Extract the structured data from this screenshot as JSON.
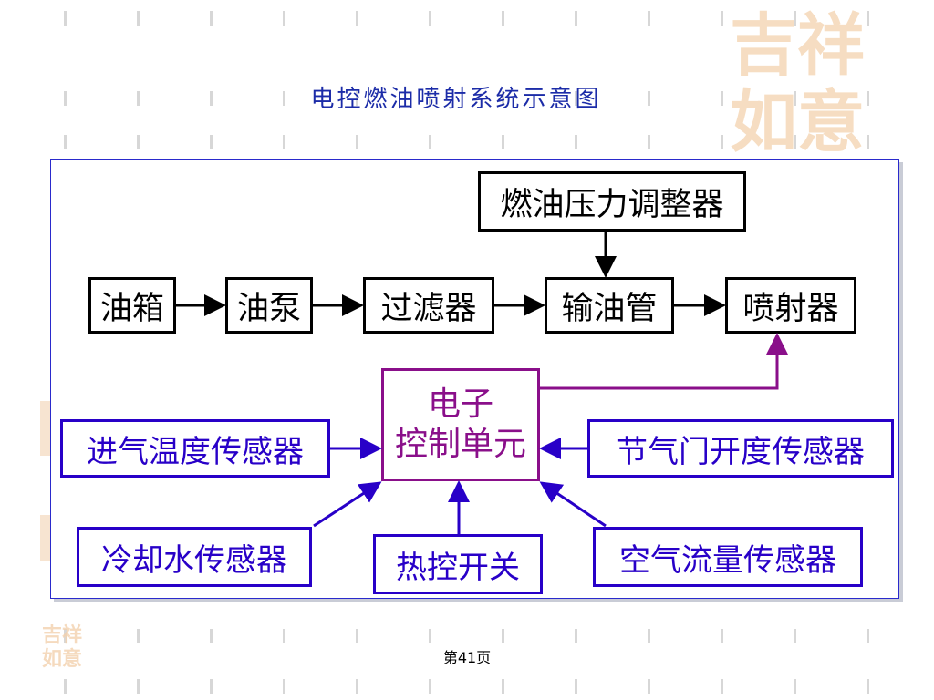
{
  "title": "电控燃油喷射系统示意图",
  "page_number": "第41页",
  "watermark_text": "吉祥如意",
  "nodes": {
    "fuel_pressure_regulator": "燃油压力调整器",
    "fuel_tank": "油箱",
    "fuel_pump": "油泵",
    "filter": "过滤器",
    "fuel_line": "输油管",
    "injector": "喷射器",
    "ecu_line1": "电子",
    "ecu_line2": "控制单元",
    "intake_temp_sensor": "进气温度传感器",
    "throttle_sensor": "节气门开度传感器",
    "coolant_sensor": "冷却水传感器",
    "thermo_switch": "热控开关",
    "airflow_sensor": "空气流量传感器"
  },
  "colors": {
    "title": "#1c2ca8",
    "fuel_path": "#000000",
    "ecu": "#8a0f8a",
    "sensors": "#2800c8",
    "panel_border": "#2a2acc"
  }
}
